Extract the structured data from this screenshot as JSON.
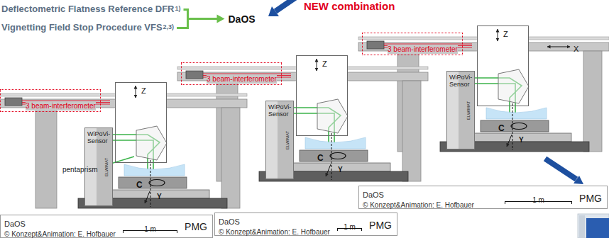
{
  "diagram": {
    "nodes": [
      {
        "text": [
          "3 beam-interferometer"
        ]
      },
      {
        "text": [
          "Z"
        ]
      },
      {
        "text": [
          "WiPoVi-Sensor",
          "ELWIMAT"
        ]
      },
      {
        "text": [
          "DaOS",
          "© Konzept&Animation: E. Hofbauer",
          "1 m",
          "PMG"
        ]
      },
      {
        "text": [
          "3 beam-interferometer"
        ]
      },
      {
        "text": [
          "Z"
        ]
      },
      {
        "text": [
          "WiPoVi-Sensor",
          "ELWIMAT"
        ]
      },
      {
        "text": [
          "DaOS",
          "© Konzept&Animation: E. Hofbauer",
          "1 m",
          "PMG"
        ]
      },
      {
        "text": [
          "3 beam-interferometer"
        ]
      },
      {
        "text": [
          "Z"
        ]
      },
      {
        "text": [
          "WiPoVi-Sensor",
          "ELWIMAT"
        ]
      },
      {
        "text": [
          "DaOS",
          "© Konzept&Animation: E. Hofbauer",
          "1 m",
          "PMG"
        ]
      }
    ],
    "labels": [
      "NEW combination",
      "Deflectometric Flatness Reference DFR",
      "1)",
      "Vignetting Field Stop Procedure VFS",
      "2,3)",
      "DaOS",
      "X",
      "C",
      "Y",
      "C",
      "Y",
      "pentaprism",
      "C",
      "Y"
    ]
  }
}
